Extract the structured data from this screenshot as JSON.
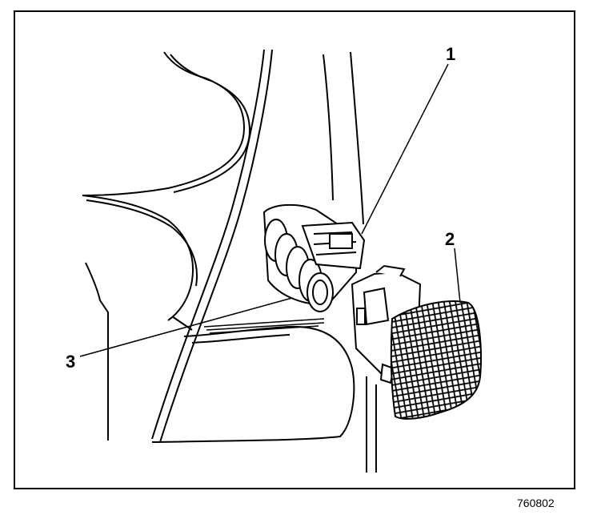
{
  "diagram": {
    "callouts": [
      {
        "id": "1",
        "label": "1"
      },
      {
        "id": "2",
        "label": "2"
      },
      {
        "id": "3",
        "label": "3"
      }
    ],
    "figure_number": "760802"
  },
  "colors": {
    "stroke": "#000000",
    "background": "#ffffff"
  }
}
